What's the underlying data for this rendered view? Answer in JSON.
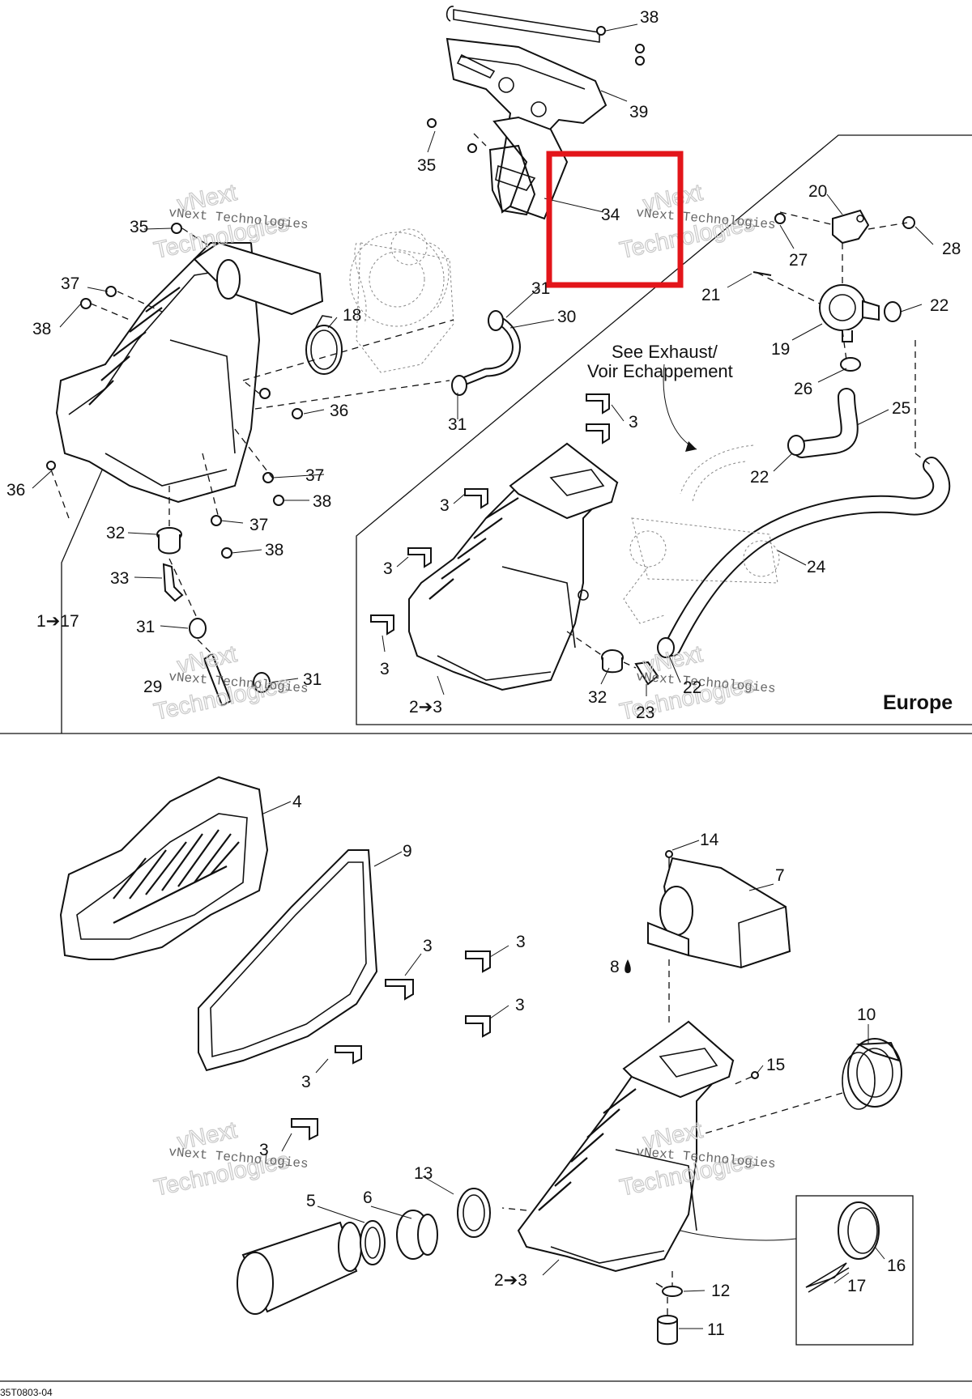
{
  "diagram": {
    "region_label": "Europe",
    "note": [
      "See Exhaust/",
      "Voir Echappement"
    ],
    "figure_code": "35T0803-04",
    "watermark": {
      "brand": "vNext",
      "company": "Technologies",
      "line": "vNext Technologies"
    },
    "highlight_color": "#e3151a",
    "callouts": {
      "c38a": "38",
      "c39": "39",
      "c35a": "35",
      "c34": "34",
      "c35b": "35",
      "c37a": "37",
      "c38b": "38",
      "c18": "18",
      "c31a": "31",
      "c30": "30",
      "c36a": "36",
      "c31b": "31",
      "c36b": "36",
      "c37b": "37",
      "c38c": "38",
      "c32a": "32",
      "c37c": "37",
      "c38d": "38",
      "c33": "33",
      "c1to17": "1➔17",
      "c31c": "31",
      "c29": "29",
      "c31d": "31",
      "c20": "20",
      "c27": "27",
      "c28": "28",
      "c21": "21",
      "c22a": "22",
      "c19": "19",
      "c26": "26",
      "c25": "25",
      "c22b": "22",
      "c3a": "3",
      "c3b": "3",
      "c3c": "3",
      "c3d": "3",
      "c24": "24",
      "c2to3a": "2➔3",
      "c32b": "32",
      "c23": "23",
      "c22c": "22",
      "c4": "4",
      "c9": "9",
      "c3e": "3",
      "c3f": "3",
      "c3g": "3",
      "c3h": "3",
      "c3i": "3",
      "c14": "14",
      "c7": "7",
      "c8": "8",
      "c10": "10",
      "c15": "15",
      "c13": "13",
      "c5": "5",
      "c6": "6",
      "c2to3b": "2➔3",
      "c16": "16",
      "c17": "17",
      "c12": "12",
      "c11": "11"
    }
  }
}
